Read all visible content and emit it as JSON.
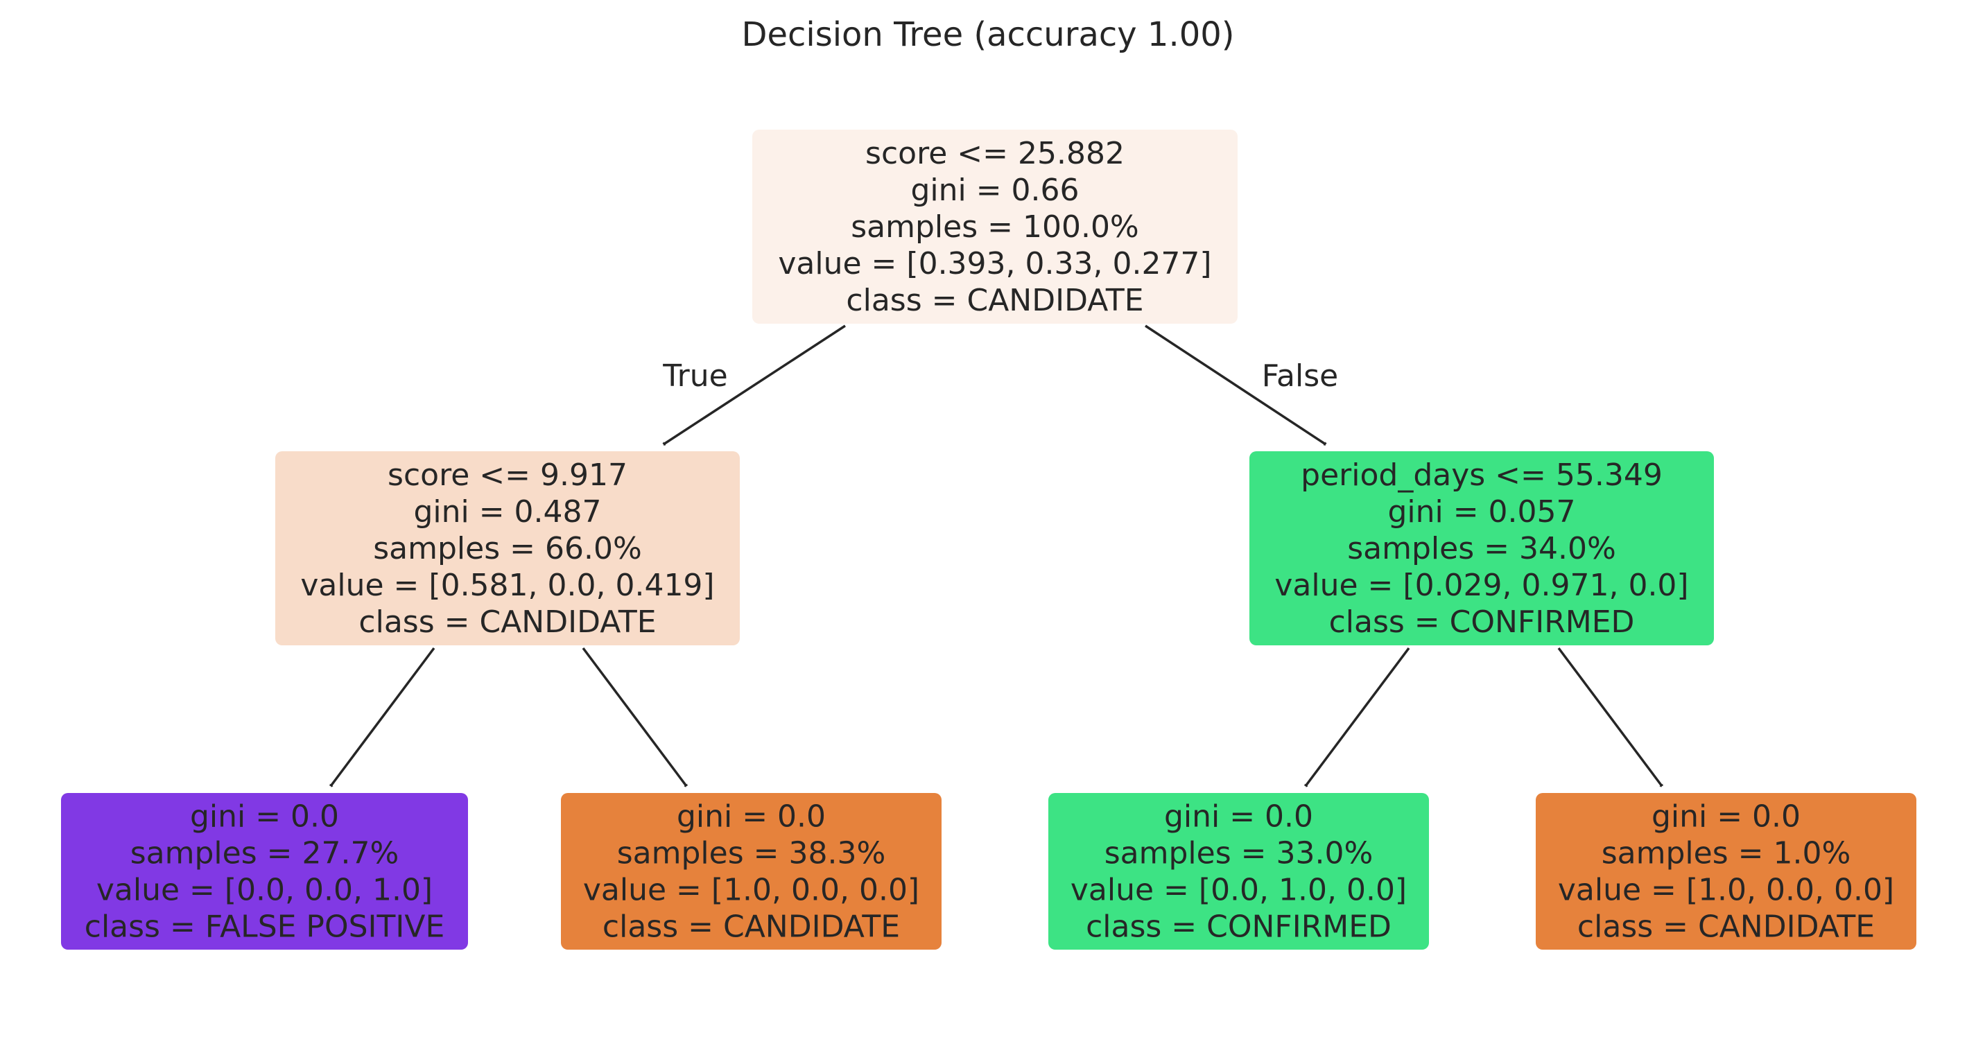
{
  "title": "Decision Tree (accuracy 1.00)",
  "edge_labels": {
    "true_label": "True",
    "false_label": "False"
  },
  "colors": {
    "candidate_light": "#fcf1ea",
    "candidate_mid": "#f8dcc9",
    "candidate": "#e6823c",
    "confirmed": "#3de384",
    "false_positive": "#8139e4",
    "text": "#262626"
  },
  "nodes": [
    {
      "id": "root",
      "lines": [
        "score <= 25.882",
        "gini = 0.66",
        "samples = 100.0%",
        "value = [0.393, 0.33, 0.277]",
        "class = CANDIDATE"
      ],
      "color": "#fcf1ea"
    },
    {
      "id": "left",
      "lines": [
        "score <= 9.917",
        "gini = 0.487",
        "samples = 66.0%",
        "value = [0.581, 0.0, 0.419]",
        "class = CANDIDATE"
      ],
      "color": "#f8dcc9"
    },
    {
      "id": "right",
      "lines": [
        "period_days <= 55.349",
        "gini = 0.057",
        "samples = 34.0%",
        "value = [0.029, 0.971, 0.0]",
        "class = CONFIRMED"
      ],
      "color": "#3de384"
    },
    {
      "id": "leaf1",
      "lines": [
        "gini = 0.0",
        "samples = 27.7%",
        "value = [0.0, 0.0, 1.0]",
        "class = FALSE POSITIVE"
      ],
      "color": "#8139e4"
    },
    {
      "id": "leaf2",
      "lines": [
        "gini = 0.0",
        "samples = 38.3%",
        "value = [1.0, 0.0, 0.0]",
        "class = CANDIDATE"
      ],
      "color": "#e6823c"
    },
    {
      "id": "leaf3",
      "lines": [
        "gini = 0.0",
        "samples = 33.0%",
        "value = [0.0, 1.0, 0.0]",
        "class = CONFIRMED"
      ],
      "color": "#3de384"
    },
    {
      "id": "leaf4",
      "lines": [
        "gini = 0.0",
        "samples = 1.0%",
        "value = [1.0, 0.0, 0.0]",
        "class = CANDIDATE"
      ],
      "color": "#e6823c"
    }
  ],
  "edges": [
    {
      "from": "root",
      "to": "left"
    },
    {
      "from": "root",
      "to": "right"
    },
    {
      "from": "left",
      "to": "leaf1"
    },
    {
      "from": "left",
      "to": "leaf2"
    },
    {
      "from": "right",
      "to": "leaf3"
    },
    {
      "from": "right",
      "to": "leaf4"
    }
  ]
}
